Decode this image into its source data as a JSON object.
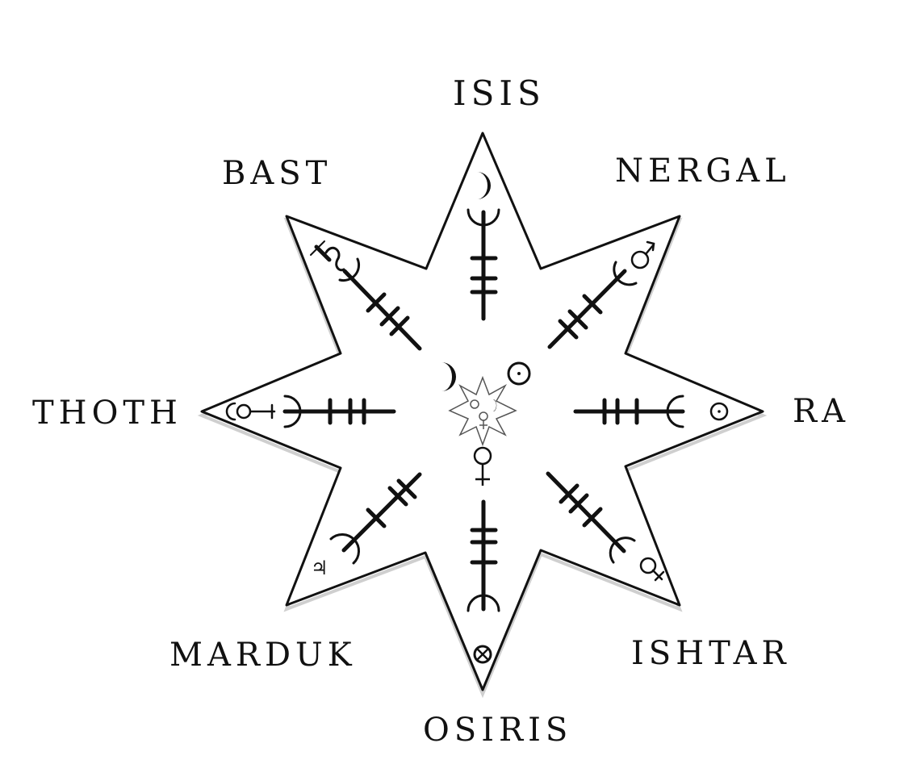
{
  "diagram": {
    "type": "eight-pointed star of deities with planetary sigils",
    "colors": {
      "stroke": "#111111",
      "background": "#ffffff",
      "shadow": "#cfcfcf"
    },
    "labels": {
      "top": "ISIS",
      "top_right": "NERGAL",
      "right": "RA",
      "bottom_right": "ISHTAR",
      "bottom": "OSIRIS",
      "bottom_left": "MARDUK",
      "left": "THOTH",
      "top_left": "BAST"
    },
    "point_symbols": {
      "top": "moon-crescent",
      "top_right": "mars-symbol",
      "right": "sun-symbol",
      "bottom_right": "venus-symbol",
      "bottom": "earth-cross-circle",
      "bottom_left": "jupiter-symbol",
      "left": "mercury-symbol",
      "top_left": "saturn-symbol"
    },
    "center_symbols": [
      "moon-crescent",
      "sun-symbol",
      "small-star",
      "venus-symbol"
    ]
  }
}
